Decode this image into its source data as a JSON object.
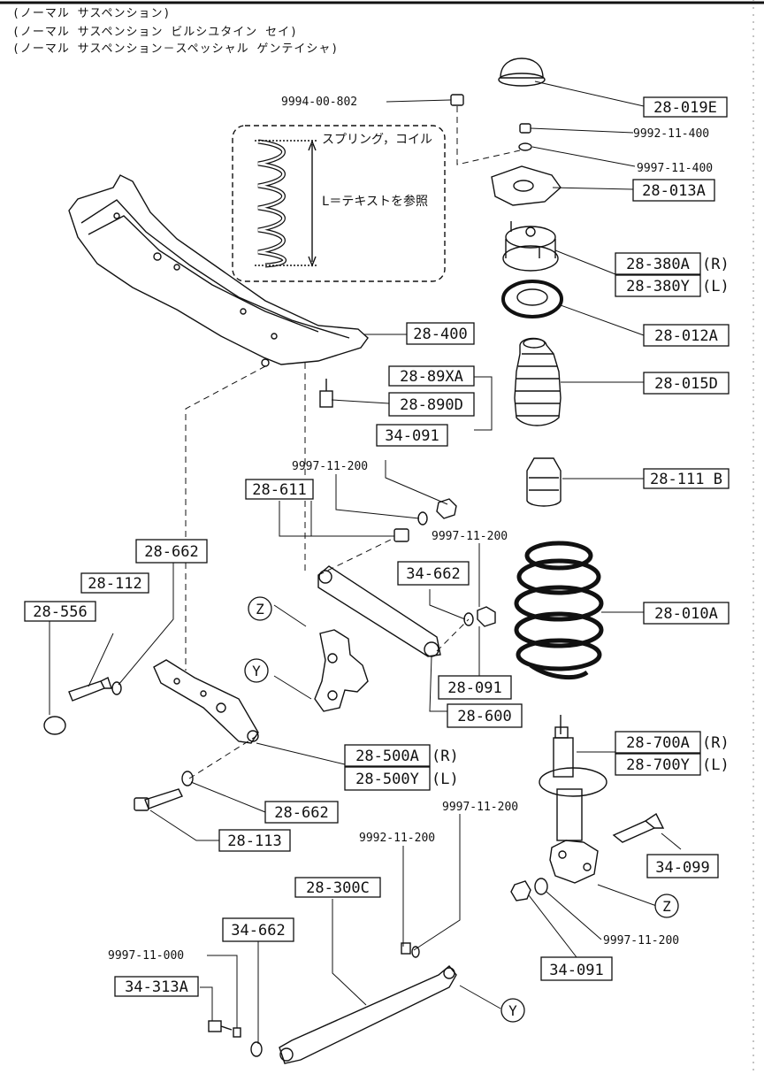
{
  "header": {
    "lines": [
      "(ノーマル サスペンション)",
      "(ノーマル サスペンション ビルシユタイン セイ)",
      "(ノーマル サスペンション－スペッシャル ゲンテイシャ)"
    ]
  },
  "spring_inset": {
    "label_spring": "スプリング，コイル",
    "label_length": "L＝テキストを参照"
  },
  "parts": {
    "p_28_019E": "28-019E",
    "p_28_013A": "28-013A",
    "p_28_380A": "28-380A",
    "p_28_380A_side": "(R)",
    "p_28_380Y": "28-380Y",
    "p_28_380Y_side": "(L)",
    "p_28_012A": "28-012A",
    "p_28_015D": "28-015D",
    "p_28_111B": "28-111 B",
    "p_28_010A": "28-010A",
    "p_28_700A": "28-700A",
    "p_28_700A_side": "(R)",
    "p_28_700Y": "28-700Y",
    "p_28_700Y_side": "(L)",
    "p_34_099": "34-099",
    "p_34_091_bottom": "34-091",
    "p_28_400": "28-400",
    "p_28_89XA": "28-89XA",
    "p_28_890D": "28-890D",
    "p_34_091_top": "34-091",
    "p_28_611": "28-611",
    "p_28_662_a": "28-662",
    "p_28_112": "28-112",
    "p_28_556": "28-556",
    "p_34_662_a": "34-662",
    "p_28_091": "28-091",
    "p_28_600": "28-600",
    "p_28_500A": "28-500A",
    "p_28_500A_side": "(R)",
    "p_28_500Y": "28-500Y",
    "p_28_500Y_side": "(L)",
    "p_28_662_b": "28-662",
    "p_28_113": "28-113",
    "p_28_300C": "28-300C",
    "p_34_662_b": "34-662",
    "p_34_313A": "34-313A"
  },
  "std_parts": {
    "s_9994_00_802": "9994-00-802",
    "s_9992_11_400": "9992-11-400",
    "s_9997_11_400": "9997-11-400",
    "s_9997_11_200_a": "9997-11-200",
    "s_9997_11_200_b": "9997-11-200",
    "s_9997_11_200_c": "9997-11-200",
    "s_9997_11_200_d": "9997-11-200",
    "s_9992_11_200": "9992-11-200",
    "s_9997_11_000": "9997-11-000"
  },
  "callouts": {
    "z_top": "Z",
    "y_top": "Y",
    "z_strut": "Z",
    "y_arm": "Y"
  }
}
